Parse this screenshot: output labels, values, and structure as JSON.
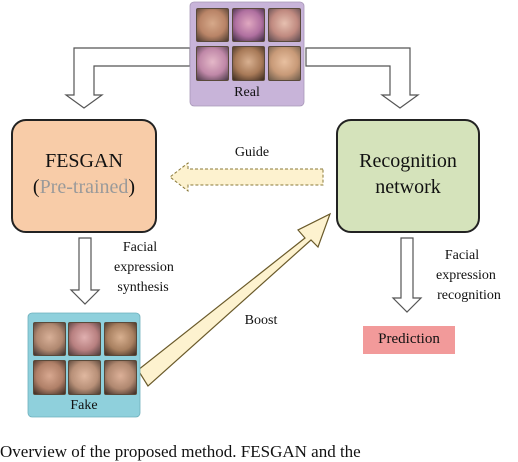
{
  "nodes": {
    "real": {
      "caption": "Real"
    },
    "fake": {
      "caption": "Fake"
    },
    "fesgan": {
      "title": "FESGAN",
      "paren_open": "(",
      "subtitle": "Pre-trained",
      "paren_close": ")"
    },
    "recognition": {
      "line1": "Recognition",
      "line2": "network"
    },
    "prediction": {
      "label": "Prediction"
    }
  },
  "edges": {
    "guide": "Guide",
    "boost": "Boost",
    "synthesis": [
      "Facial",
      "expression",
      "synthesis"
    ],
    "recognition": [
      "Facial",
      "expression",
      "recognition"
    ]
  },
  "caption_fragment": "Overview of the proposed method. FESGAN and the",
  "colors": {
    "real_box": "#c8b4d9",
    "fake_box": "#8fd0dc",
    "fesgan_box": "#f8cca8",
    "recognition_box": "#d5e3bb",
    "prediction_box": "#f29a9a",
    "arrow_fill": "#ffffff",
    "boost_fill": "#fdf2cf",
    "guide_fill": "#fdf2cf",
    "muted_text": "#9a9a9a"
  }
}
